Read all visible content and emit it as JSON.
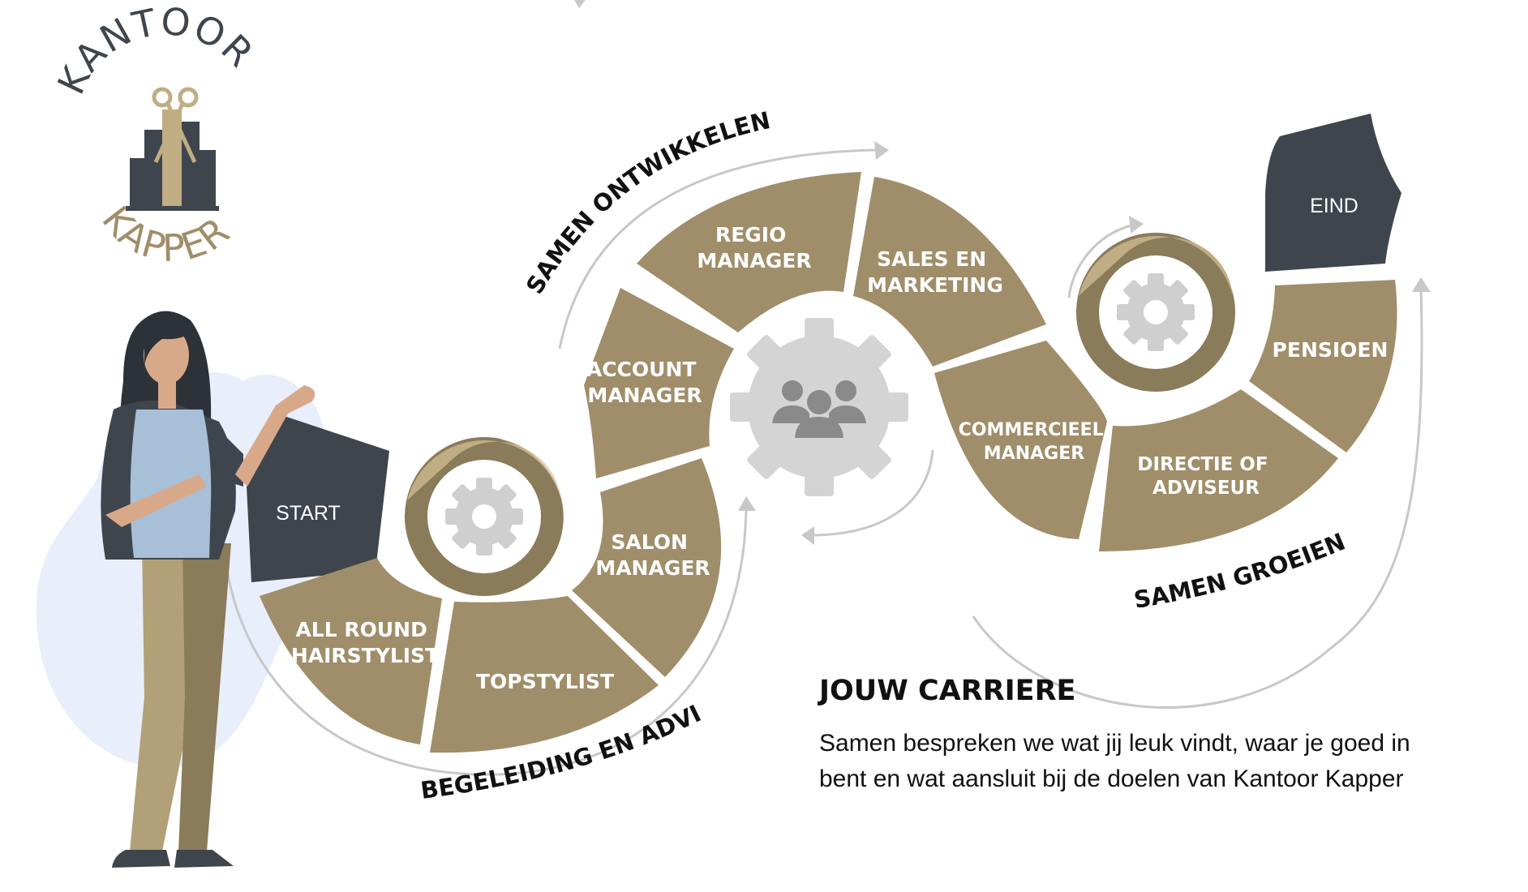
{
  "logo": {
    "top": "KANTOOR",
    "bottom": "KAPPER"
  },
  "colors": {
    "segment": "#a08e6a",
    "dark": "#3f454d",
    "light_gold": "#c1ad84",
    "gear": "#cfcfcf",
    "arrow": "#c8c8c8",
    "backdrop": "#e9eefb"
  },
  "stages": {
    "start": "START",
    "end": "EIND"
  },
  "segments": [
    {
      "id": "all-round-hairstylist",
      "lines": [
        "ALL ROUND",
        "HAIRSTYLIST"
      ]
    },
    {
      "id": "topstylist",
      "lines": [
        "TOPSTYLIST"
      ]
    },
    {
      "id": "salon-manager",
      "lines": [
        "SALON",
        "MANAGER"
      ]
    },
    {
      "id": "account-manager",
      "lines": [
        "ACCOUNT",
        "MANAGER"
      ]
    },
    {
      "id": "regio-manager",
      "lines": [
        "REGIO",
        "MANAGER"
      ]
    },
    {
      "id": "sales-en-marketing",
      "lines": [
        "SALES EN",
        "MARKETING"
      ]
    },
    {
      "id": "commercieel-manager",
      "lines": [
        "COMMERCIEEL",
        "MANAGER"
      ]
    },
    {
      "id": "directie-of-adviseur",
      "lines": [
        "DIRECTIE OF",
        "ADVISEUR"
      ]
    },
    {
      "id": "pensioen",
      "lines": [
        "PENSIOEN"
      ]
    }
  ],
  "slogans": {
    "begeleiding": "BEGELEIDING EN ADVIES",
    "ontwikkelen": "SAMEN ONTWIKKELEN",
    "groeien": "SAMEN GROEIEN"
  },
  "career": {
    "title": "JOUW CARRIERE",
    "text": "Samen bespreken we wat jij leuk vindt, waar je goed in bent en wat aansluit bij de doelen van Kantoor Kapper"
  }
}
